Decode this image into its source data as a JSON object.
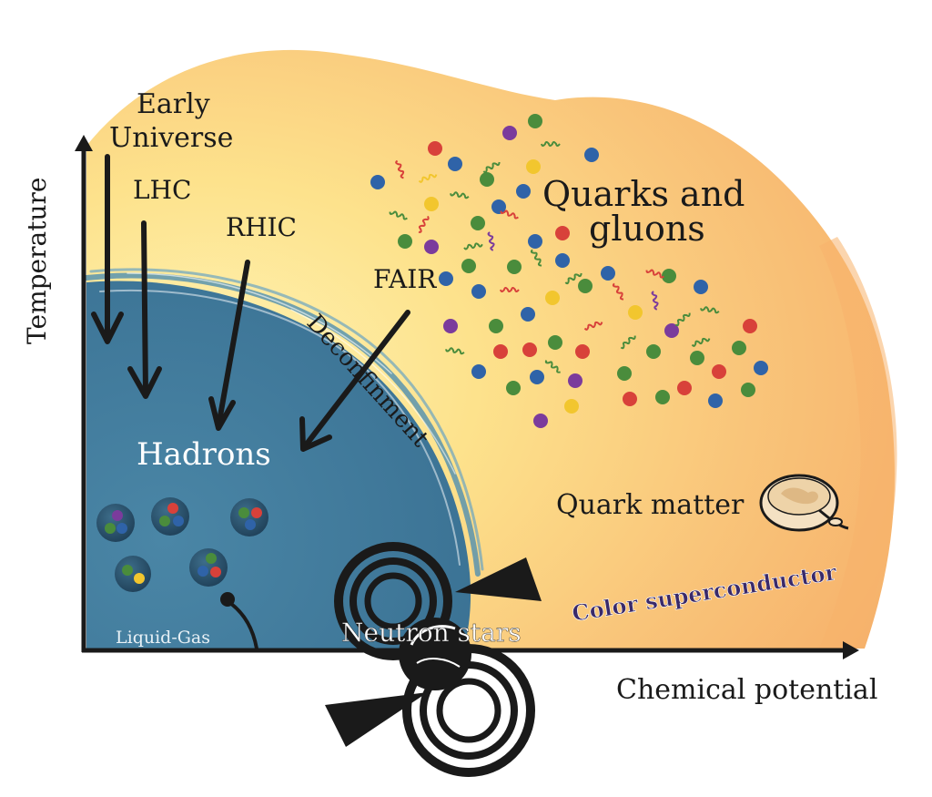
{
  "axes": {
    "y_label": "Temperature",
    "x_label": "Chemical potential"
  },
  "experiments": {
    "early_universe_line1": "Early",
    "early_universe_line2": "Universe",
    "lhc": "LHC",
    "rhic": "RHIC",
    "fair": "FAIR"
  },
  "regions": {
    "hadrons": "Hadrons",
    "deconfinement": "Deconfinment",
    "quarks_line1": "Quarks and",
    "quarks_line2": "gluons",
    "quark_matter": "Quark matter",
    "color_superconductor": "Color superconductor",
    "neutron_stars": "Neutron stars",
    "liquid_gas": "Liquid-Gas"
  },
  "colors": {
    "hadron_phase": "#3f7a9a",
    "hadron_phase_dark": "#2f6282",
    "qgp_warm": "#f6b46a",
    "qgp_light": "#fde58a",
    "axis": "#1a1a1a",
    "quark_red": "#d8413a",
    "quark_green": "#4a8c3c",
    "quark_blue": "#2f63a8",
    "quark_yellow": "#f2c62e",
    "quark_purple": "#7b3b9c",
    "superconductor_text": "#3a2a6a"
  },
  "icons": [
    "temperature-arrow-icon",
    "neutron-star-icon",
    "quark-matter-bowl-icon",
    "gluon-squiggle-icon"
  ]
}
